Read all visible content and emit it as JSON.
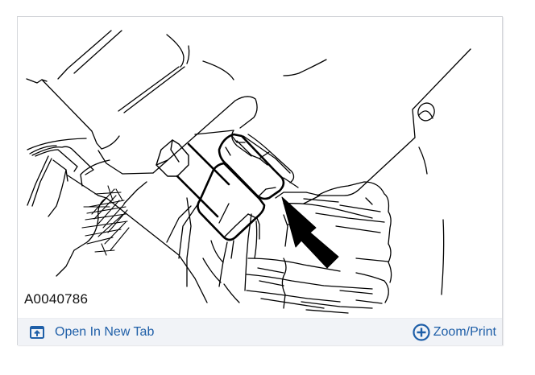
{
  "figure": {
    "id_label": "A0040786",
    "description": "Technical line drawing of a fitting/nut on a bellows boot with a black arrow pointing at the nut",
    "arrow_color": "#000000"
  },
  "footer": {
    "open_tab": {
      "label": "Open In New Tab",
      "icon": "open-in-new-tab-icon"
    },
    "zoom_print": {
      "label": "Zoom/Print",
      "icon": "plus-circle-icon"
    }
  },
  "colors": {
    "link": "#1f5fa8",
    "footer_bg": "#f1f3f7",
    "border": "#d4d6da",
    "line_art": "#000000"
  }
}
